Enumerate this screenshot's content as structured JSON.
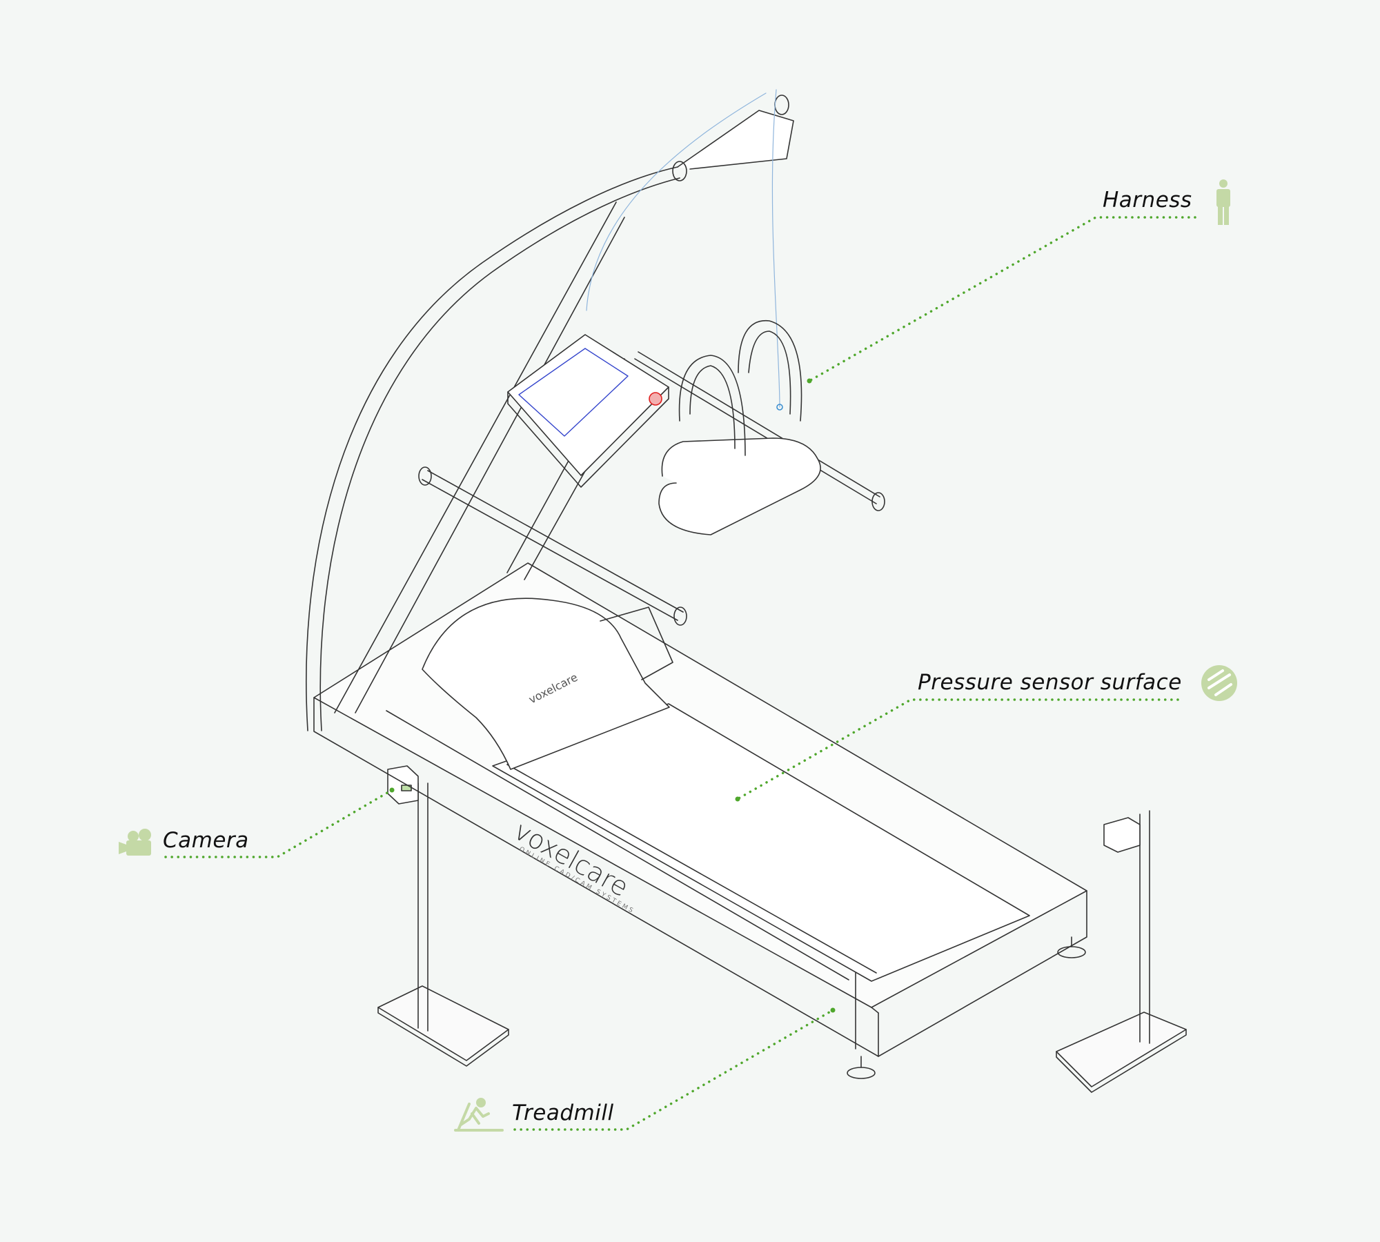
{
  "labels": {
    "harness": "Harness",
    "pressure": "Pressure sensor surface",
    "camera": "Camera",
    "treadmill": "Treadmill"
  },
  "branding": {
    "logo": "voxelcare",
    "tagline": "ONLINE CAD/CAM SYSTEMS"
  },
  "icons": {
    "harness": "person-harness-icon",
    "pressure": "sensor-waves-icon",
    "camera": "video-camera-icon",
    "treadmill": "runner-treadmill-icon"
  },
  "colors": {
    "background": "#f4f7f5",
    "leader_line": "#4fa72c",
    "icon": "#c4d9a6",
    "outline": "#333333",
    "cable": "#8fb5dc",
    "console_accent": "#3344cc",
    "emergency": "#e02020"
  }
}
